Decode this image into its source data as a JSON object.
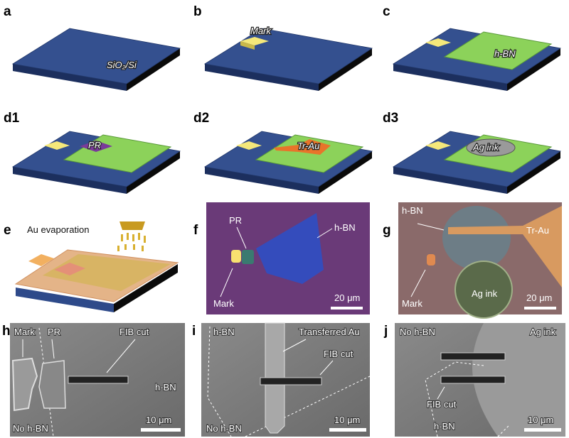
{
  "panels": {
    "a": {
      "letter": "a",
      "label": "SiO₂/Si"
    },
    "b": {
      "letter": "b",
      "label": "Mark"
    },
    "c": {
      "letter": "c",
      "label": "h-BN"
    },
    "d1": {
      "letter": "d1",
      "label": "PR"
    },
    "d2": {
      "letter": "d2",
      "label": "Tr-Au"
    },
    "d3": {
      "letter": "d3",
      "label": "Ag ink"
    },
    "e": {
      "letter": "e",
      "label": "Au evaporation"
    },
    "f": {
      "letter": "f",
      "pr": "PR",
      "hbn": "h-BN",
      "mark": "Mark",
      "scale": "20 μm"
    },
    "g": {
      "letter": "g",
      "hbn": "h-BN",
      "trau": "Tr-Au",
      "mark": "Mark",
      "agink": "Ag ink",
      "scale": "20 μm"
    },
    "h": {
      "letter": "h",
      "mark": "Mark",
      "pr": "PR",
      "fib": "FIB cut",
      "hbn": "h-BN",
      "nohbn": "No h-BN",
      "scale": "10 μm"
    },
    "i": {
      "letter": "i",
      "hbn": "h-BN",
      "tau": "Transferred Au",
      "fib": "FIB cut",
      "nohbn": "No h-BN",
      "scale": "10 μm"
    },
    "j": {
      "letter": "j",
      "nohbn": "No h-BN",
      "agink": "Ag ink",
      "fib": "FIB cut",
      "hbn": "h-BN",
      "scale": "10 μm"
    }
  },
  "colors": {
    "substrate": "#2e4a8a",
    "hbn": "#8cd25a",
    "mark": "#f5e87a",
    "pr": "#7a3a9a",
    "trau": "#e8742a",
    "agink": "#9a9a9a",
    "optical_bg": "#6a3a78",
    "sem_bg": "#7a7a7a"
  }
}
